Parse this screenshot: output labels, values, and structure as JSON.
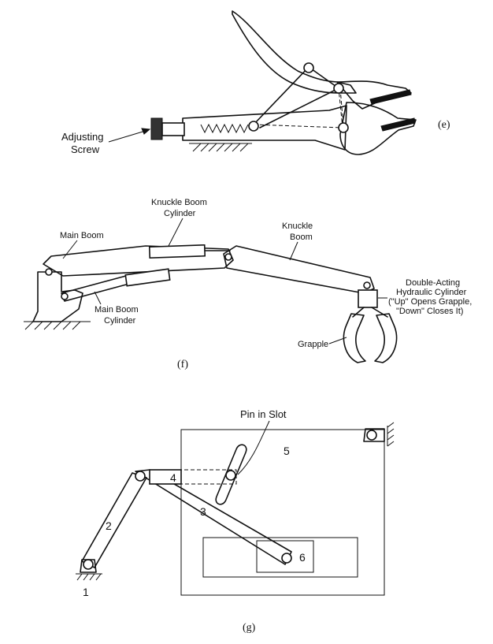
{
  "figures": {
    "e": {
      "caption": "(e)",
      "labels": {
        "adjusting_screw": [
          "Adjusting",
          "Screw"
        ]
      }
    },
    "f": {
      "caption": "(f)",
      "labels": {
        "knuckle_boom_cylinder": [
          "Knuckle Boom",
          "Cylinder"
        ],
        "main_boom": "Main Boom",
        "knuckle_boom": [
          "Knuckle",
          "Boom"
        ],
        "main_boom_cylinder": [
          "Main Boom",
          "Cylinder"
        ],
        "double_acting": [
          "Double-Acting",
          "Hydraulic Cylinder",
          "(\"Up\" Opens Grapple,",
          "\"Down\" Closes It)"
        ],
        "grapple": "Grapple"
      }
    },
    "g": {
      "caption": "(g)",
      "labels": {
        "pin_in_slot": "Pin in Slot",
        "link_1": "1",
        "link_2": "2",
        "link_3": "3",
        "link_4": "4",
        "link_5": "5",
        "link_6": "6"
      }
    }
  }
}
